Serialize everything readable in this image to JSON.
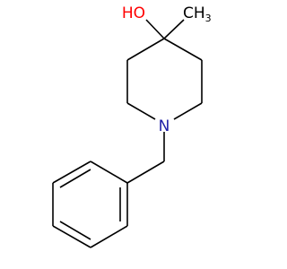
{
  "molecule": {
    "atoms": {
      "hydroxyl": {
        "text": "HO",
        "color": "#ff0000"
      },
      "methyl": {
        "text": "CH",
        "subscript": "3",
        "color": "#000000"
      },
      "nitrogen": {
        "text": "N",
        "color": "#1f1fa8"
      }
    },
    "colors": {
      "bond": "#000000",
      "background": "#ffffff"
    }
  }
}
